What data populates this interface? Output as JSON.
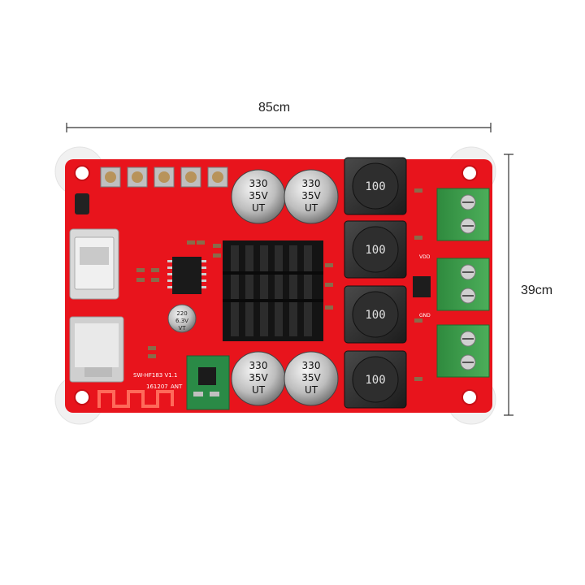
{
  "dimensions": {
    "width_label": "85cm",
    "height_label": "39cm"
  },
  "board": {
    "base_color": "#e8141c",
    "silkscreen_model": "SW-HF183 V1.1",
    "silkscreen_date": "161207",
    "silkscreen_ant": "ANT",
    "gnd_label": "GND",
    "vdd_label": "VDD"
  },
  "capacitors": {
    "large_value": "330",
    "large_voltage": "35V",
    "large_mark": "UT",
    "small_value": "220",
    "small_voltage": "6.3V",
    "small_mark": "VT"
  },
  "inductors": {
    "value": "100",
    "count": 4
  },
  "terminals": {
    "color": "#3a9a48",
    "count": 3
  },
  "icons": [
    "usb-port-icon",
    "sd-card-slot-icon",
    "antenna-trace-icon",
    "heatsink-icon"
  ]
}
